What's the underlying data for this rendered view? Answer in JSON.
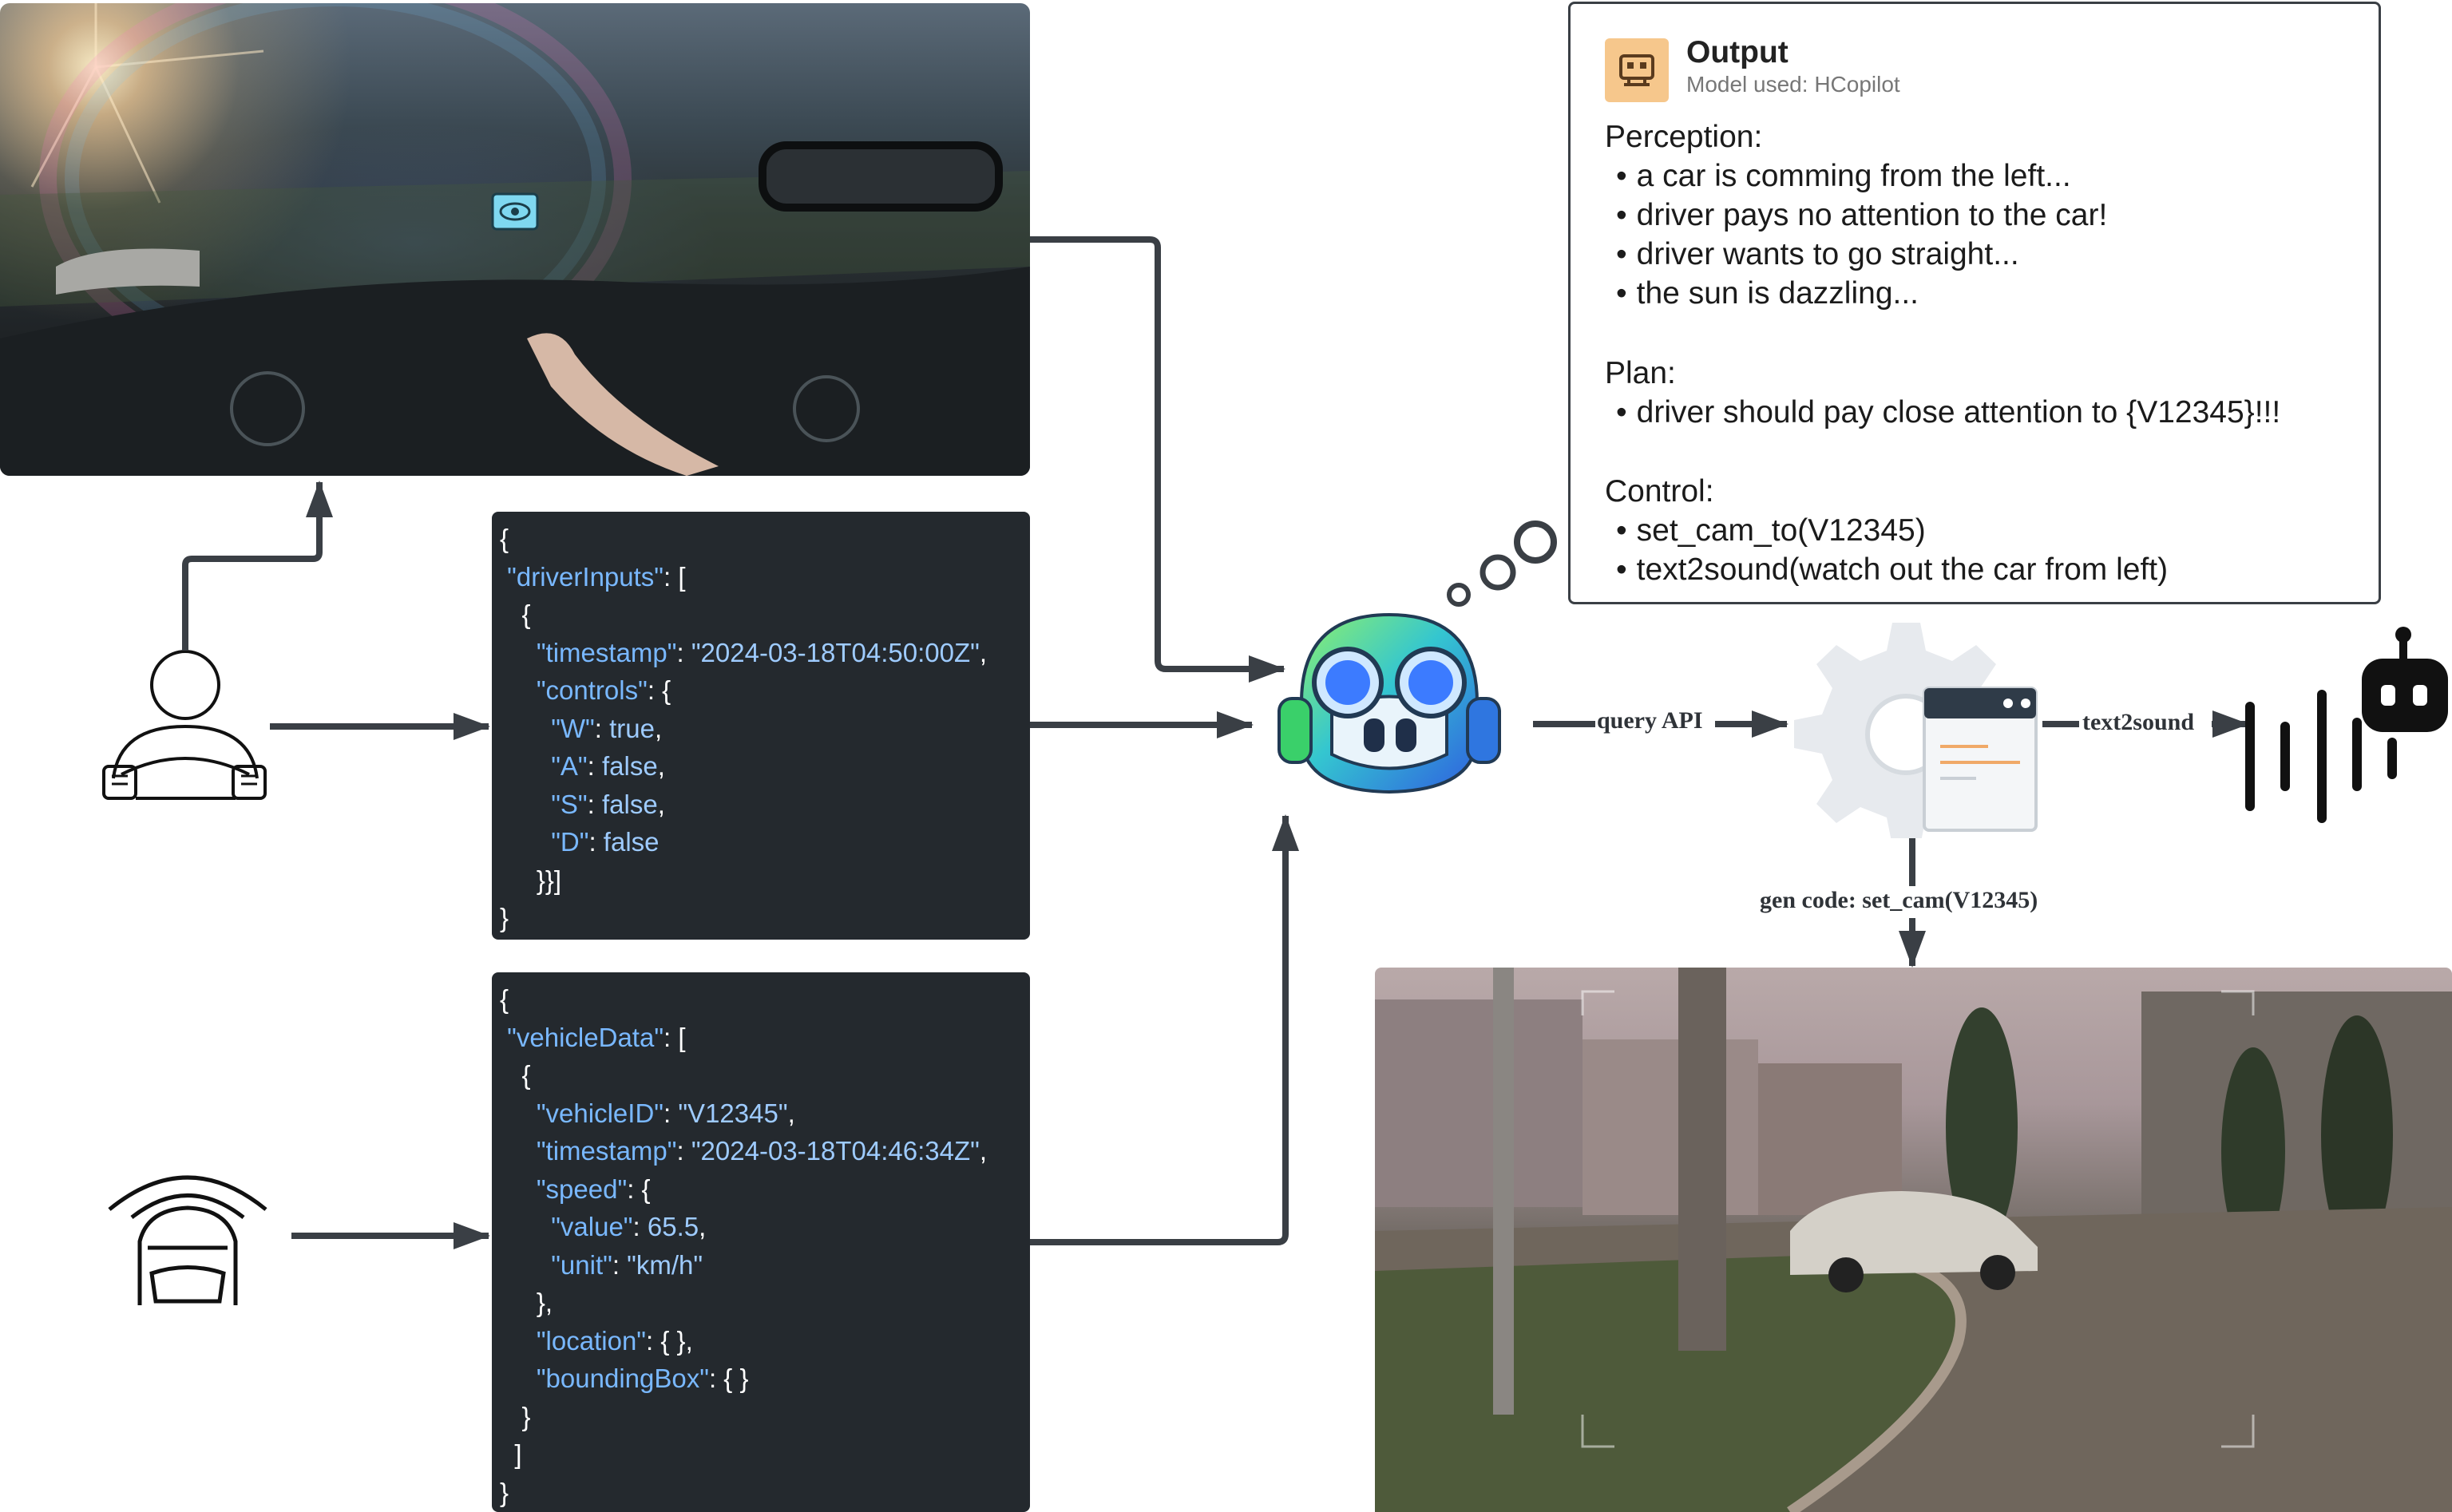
{
  "output_card": {
    "title": "Output",
    "model_used": "Model used: HCopilot",
    "perception_heading": "Perception:",
    "perception_items": [
      "a car is comming from the left...",
      "driver pays no attention to the car!",
      "driver wants to go straight...",
      "the sun is dazzling..."
    ],
    "plan_heading": "Plan:",
    "plan_items": [
      "driver should pay close attention to {V12345}!!!"
    ],
    "control_heading": "Control:",
    "control_items": [
      "set_cam_to(V12345)",
      "text2sound(watch out the car from left)"
    ]
  },
  "driver_json": [
    [
      "{",
      ""
    ],
    [
      " ",
      "\"driverInputs\"",
      ": ["
    ],
    [
      "   {"
    ],
    [
      "     ",
      "\"timestamp\"",
      ": ",
      "\"2024-03-18T04:50:00Z\"",
      ","
    ],
    [
      "     ",
      "\"controls\"",
      ": {"
    ],
    [
      "       ",
      "\"W\"",
      ": ",
      "true",
      ","
    ],
    [
      "       ",
      "\"A\"",
      ": ",
      "false",
      ","
    ],
    [
      "       ",
      "\"S\"",
      ": ",
      "false",
      ","
    ],
    [
      "       ",
      "\"D\"",
      ": ",
      "false"
    ],
    [
      "     }}]"
    ],
    [
      "}"
    ]
  ],
  "vehicle_json": [
    [
      "{"
    ],
    [
      " ",
      "\"vehicleData\"",
      ": ["
    ],
    [
      "   {"
    ],
    [
      "     ",
      "\"vehicleID\"",
      ": ",
      "\"V12345\"",
      ","
    ],
    [
      "     ",
      "\"timestamp\"",
      ": ",
      "\"2024-03-18T04:46:34Z\"",
      ","
    ],
    [
      "     ",
      "\"speed\"",
      ": {"
    ],
    [
      "       ",
      "\"value\"",
      ": ",
      "65.5",
      ","
    ],
    [
      "       ",
      "\"unit\"",
      ": ",
      "\"km/h\""
    ],
    [
      "     },"
    ],
    [
      "     ",
      "\"location\"",
      ": { },"
    ],
    [
      "     ",
      "\"boundingBox\"",
      ": { }"
    ],
    [
      "   }"
    ],
    [
      "  ]"
    ],
    [
      "}"
    ]
  ],
  "labels": {
    "query_api": "query API",
    "text2sound": "text2sound",
    "gen_code": "gen code: set_cam(V12345)"
  },
  "colors": {
    "code_bg": "#24292e",
    "code_key": "#79b8ff",
    "arrow": "#3a3f45",
    "output_icon_bg": "#f6c78c"
  }
}
